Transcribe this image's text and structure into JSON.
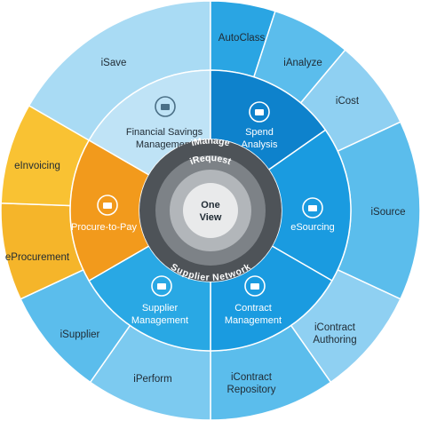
{
  "center": {
    "line1": "One",
    "line2": "View"
  },
  "core_labels": {
    "top": "iManage",
    "mid": "iRequest",
    "bottom": "Supplier Network"
  },
  "inner_segments": [
    {
      "id": "financial-savings",
      "line1": "Financial Savings",
      "line2": "Management",
      "color": "#bfe3f6",
      "icon": "savings-hand-icon"
    },
    {
      "id": "spend-analysis",
      "line1": "Spend",
      "line2": "Analysis",
      "color": "#0e82cc",
      "icon": "bar-chart-icon"
    },
    {
      "id": "esourcing",
      "line1": "eSourcing",
      "line2": "",
      "color": "#1a9be0",
      "icon": "people-icon"
    },
    {
      "id": "contract-management",
      "line1": "Contract",
      "line2": "Management",
      "color": "#1a9be0",
      "icon": "contract-icon"
    },
    {
      "id": "supplier-management",
      "line1": "Supplier",
      "line2": "Management",
      "color": "#29a8e4",
      "icon": "supplier-person-icon"
    },
    {
      "id": "procure-to-pay",
      "line1": "Procure-to-Pay",
      "line2": "",
      "color": "#f29a1c",
      "icon": "cart-icon"
    }
  ],
  "outer_segments": [
    {
      "id": "isave",
      "label": "iSave",
      "color": "#a9dbf4"
    },
    {
      "id": "autoclass",
      "label": "AutoClass",
      "color": "#2aa5e3"
    },
    {
      "id": "ianalyze",
      "label": "iAnalyze",
      "color": "#5bbdec"
    },
    {
      "id": "icost",
      "label": "iCost",
      "color": "#8fd0f2"
    },
    {
      "id": "isource",
      "label": "iSource",
      "color": "#5bbdec"
    },
    {
      "id": "icontract-authoring",
      "label": "iContract Authoring",
      "color": "#8fd0f2"
    },
    {
      "id": "icontract-repository",
      "label": "iContract Repository",
      "color": "#5bbdec"
    },
    {
      "id": "iperform",
      "label": "iPerform",
      "color": "#7ccaf0"
    },
    {
      "id": "isupplier",
      "label": "iSupplier",
      "color": "#5bbdec"
    },
    {
      "id": "eprocurement",
      "label": "eProcurement",
      "color": "#f5b52a"
    },
    {
      "id": "einvoicing",
      "label": "eInvoicing",
      "color": "#f9c233"
    }
  ],
  "colors": {
    "core_ring": "#4e5358",
    "core_mid": "#7d8287",
    "core_light": "#b2b6ba",
    "center": "#e9eaeb"
  }
}
